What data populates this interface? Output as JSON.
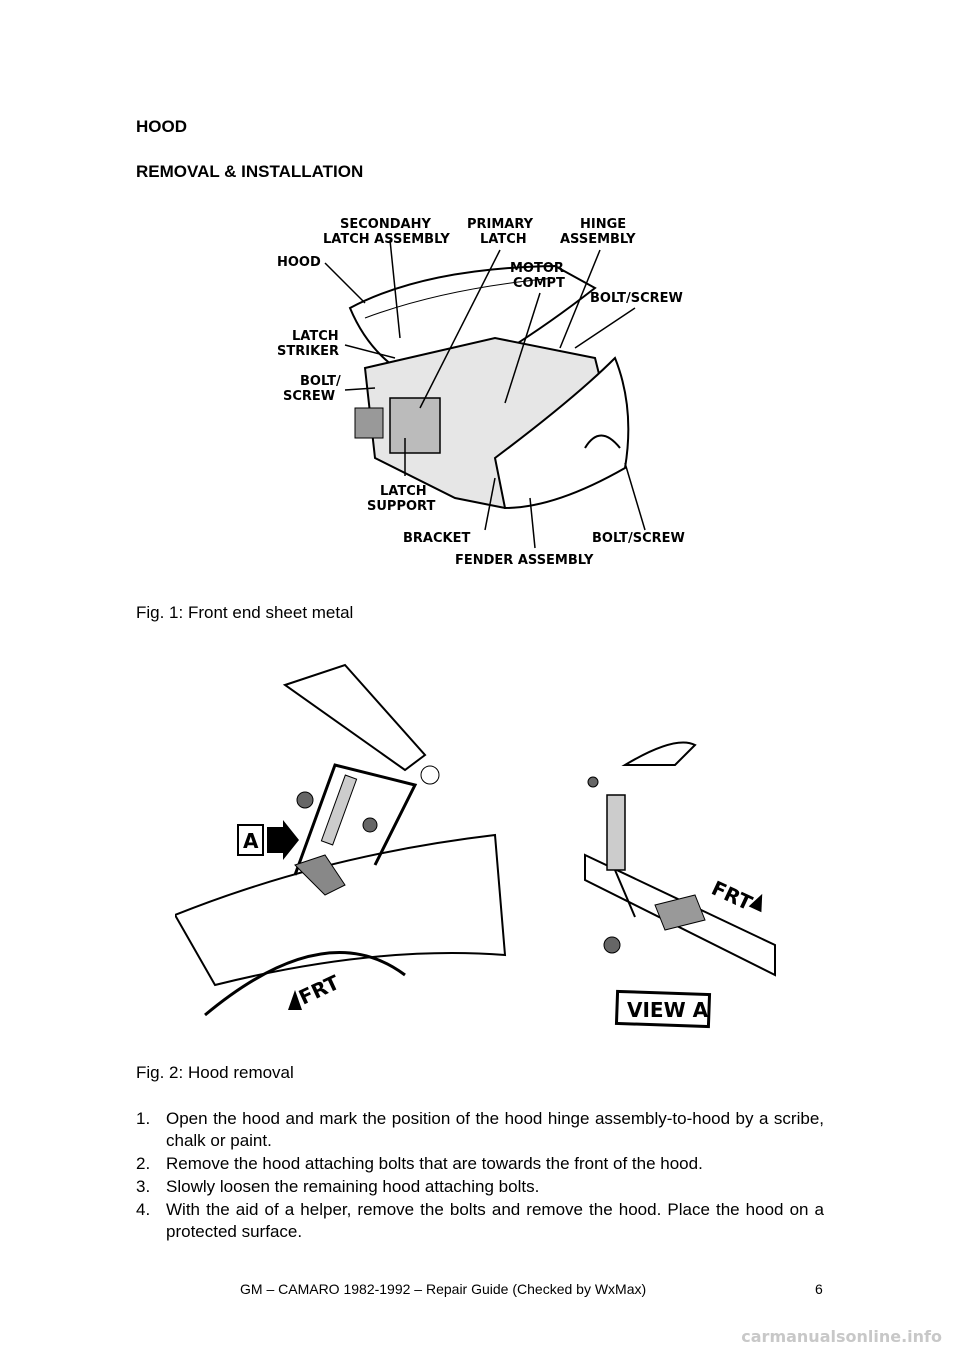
{
  "heading": "HOOD",
  "subheading": "REMOVAL & INSTALLATION",
  "figure1": {
    "caption": "Fig. 1: Front end sheet metal",
    "labels": {
      "secondary_latch_1": "SECONDAHY",
      "secondary_latch_2": "LATCH ASSEMBLY",
      "primary_latch_1": "PRIMARY",
      "primary_latch_2": "LATCH",
      "hinge_1": "HINGE",
      "hinge_2": "ASSEMBLY",
      "hood": "HOOD",
      "motor_1": "MOTOR",
      "motor_2": "COMPT",
      "bolt_screw_top": "BOLT/SCREW",
      "latch_striker_1": "LATCH",
      "latch_striker_2": "STRIKER",
      "bolt_screw_left_1": "BOLT/",
      "bolt_screw_left_2": "SCREW",
      "latch_support_1": "LATCH",
      "latch_support_2": "SUPPORT",
      "bracket": "BRACKET",
      "bolt_screw_bottom": "BOLT/SCREW",
      "fender": "FENDER ASSEMBLY"
    }
  },
  "figure2": {
    "caption": "Fig. 2: Hood removal",
    "labels": {
      "arrow_a": "A",
      "frt_left": "FRT",
      "frt_right": "FRT",
      "view_a": "VIEW A"
    }
  },
  "steps": [
    {
      "num": "1.",
      "text": "Open the hood and mark the position of the hood hinge assembly-to-hood by a scribe, chalk or paint."
    },
    {
      "num": "2.",
      "text": "Remove the hood attaching bolts that are towards the front of the hood."
    },
    {
      "num": "3.",
      "text": "Slowly loosen the remaining hood attaching bolts."
    },
    {
      "num": "4.",
      "text": "With the aid of a helper, remove the bolts and remove the hood. Place the hood on a protected surface."
    }
  ],
  "footer": "GM – CAMARO 1982-1992 – Repair Guide (Checked by WxMax)",
  "page_number": "6",
  "watermark": "carmanualsonline.info"
}
